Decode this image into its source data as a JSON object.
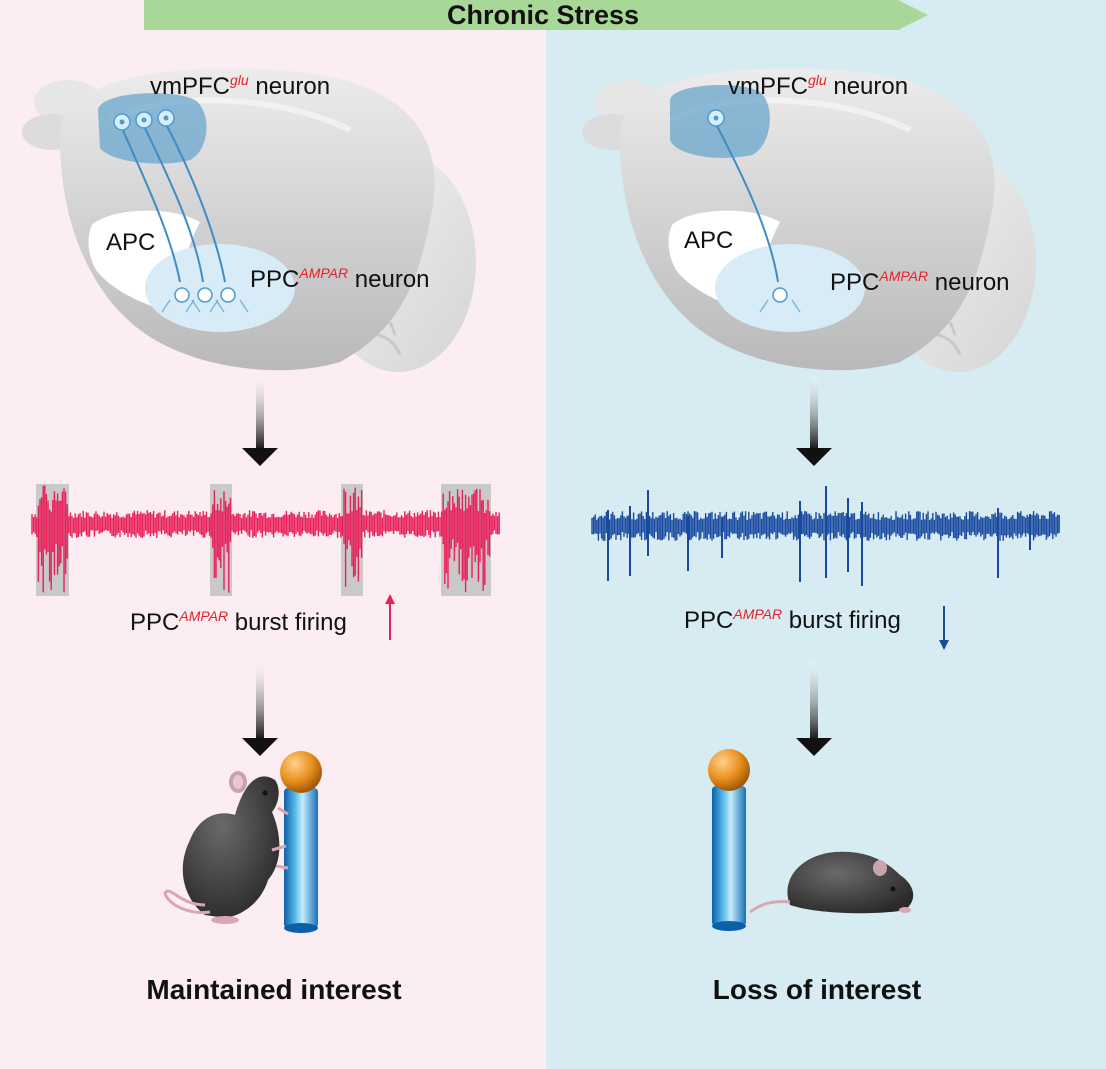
{
  "banner": {
    "label": "Chronic Stress",
    "color": "#a8d898"
  },
  "panels": {
    "left": {
      "background": "#fbedf1",
      "source_label": "vmPFC",
      "source_sup": "glu",
      "source_suffix": " neuron",
      "region_label": "APC",
      "target_label": "PPC",
      "target_sup": "AMPAR",
      "target_suffix": " neuron",
      "firing_label": "PPC",
      "firing_sup": "AMPAR",
      "firing_suffix": " burst firing",
      "trend": "up",
      "trace_color": "#e8205a",
      "outcome": "Maintained interest"
    },
    "right": {
      "background": "#d6ecf2",
      "source_label": "vmPFC",
      "source_sup": "glu",
      "source_suffix": " neuron",
      "region_label": "APC",
      "target_label": "PPC",
      "target_sup": "AMPAR",
      "target_suffix": " neuron",
      "firing_label": "PPC",
      "firing_sup": "AMPAR",
      "firing_suffix": " burst firing",
      "trend": "down",
      "trace_color": "#1a4aa0",
      "outcome": "Loss of interest"
    }
  }
}
